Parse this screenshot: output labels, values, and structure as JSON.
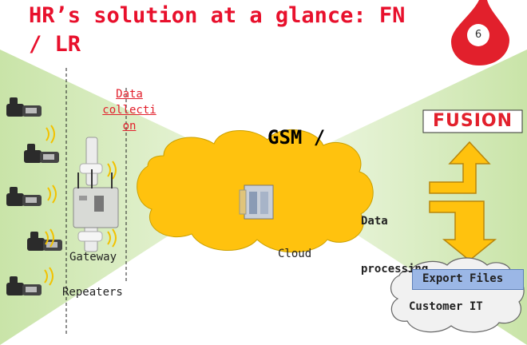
{
  "slide": {
    "title_line1": "HR’s solution at a glance: FN",
    "title_line2": "/ LR",
    "page_number": "6"
  },
  "diagram": {
    "data_collection_label": [
      "Data",
      "collecti",
      "on"
    ],
    "gateway_label": "Gateway",
    "repeaters_label": "Repeaters",
    "network_label": "GSM /",
    "cloud_label": "Cloud",
    "processing_label": [
      "Data",
      "processing"
    ],
    "brand_logo": "FUSION",
    "export_label": "Export Files",
    "customer_label": "Customer IT"
  },
  "colors": {
    "title": "#e8102c",
    "cloud_fill": "#ffc20e",
    "arrow_fill": "#ffc20e",
    "band_green": "#d4ebb8",
    "accent_red": "#e2202c",
    "export_fill": "#9bb7e6"
  }
}
